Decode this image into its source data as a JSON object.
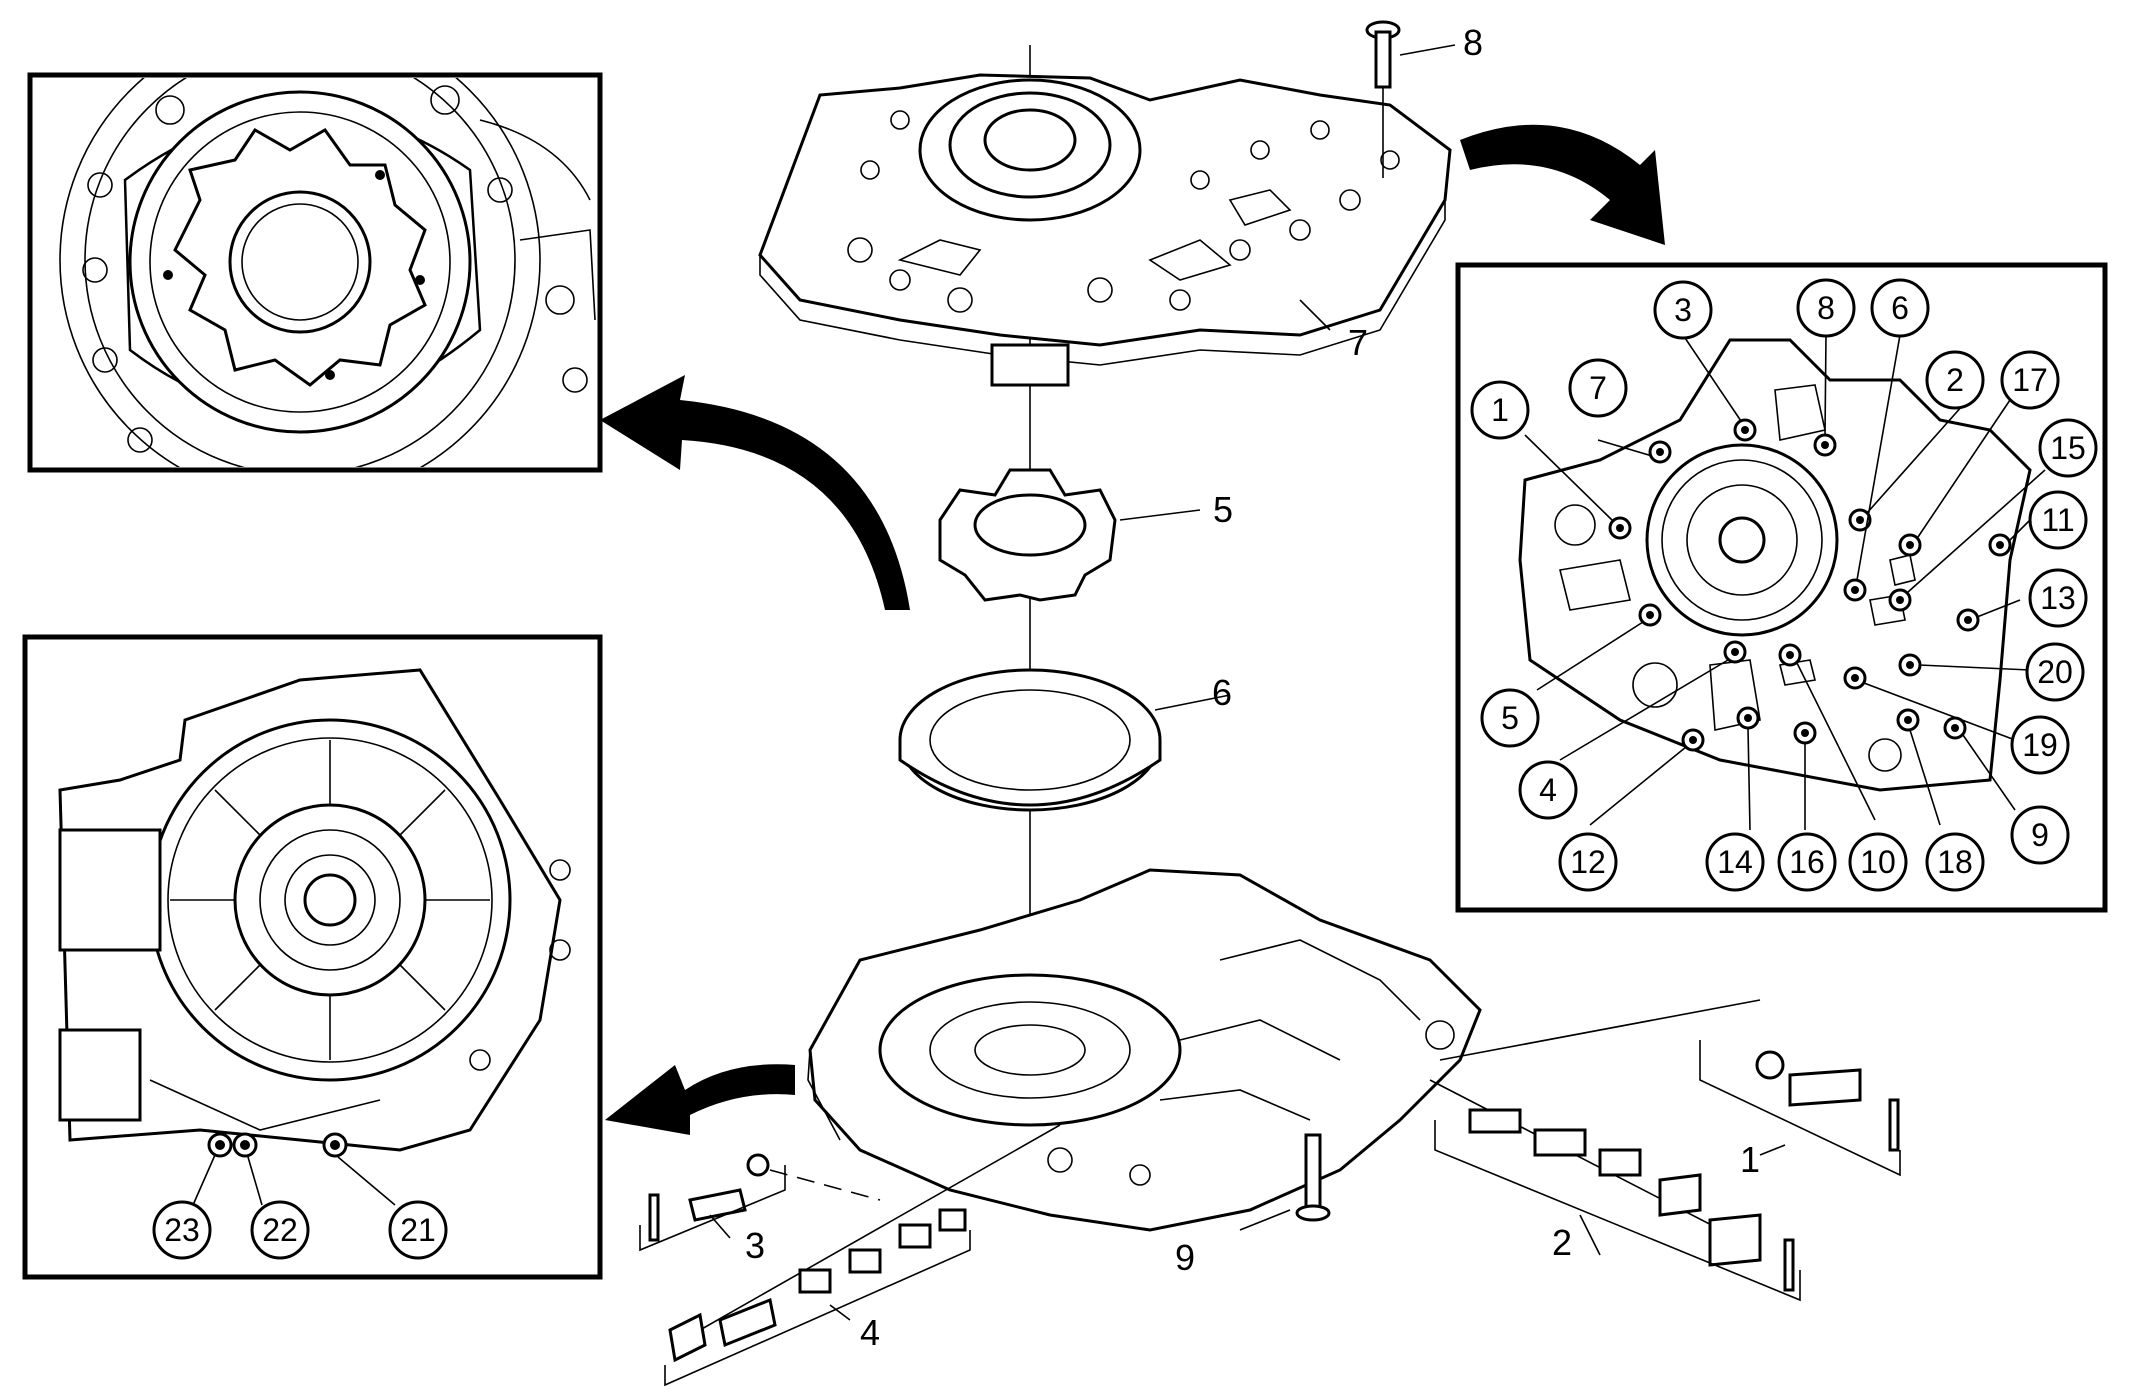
{
  "main_callouts": [
    "1",
    "2",
    "3",
    "4",
    "5",
    "6",
    "7",
    "8",
    "9"
  ],
  "bolt_sequence": [
    "1",
    "2",
    "3",
    "4",
    "5",
    "6",
    "7",
    "8",
    "9",
    "10",
    "11",
    "12",
    "13",
    "14",
    "15",
    "16",
    "17",
    "18",
    "19",
    "20"
  ],
  "lower_inset_bolts": [
    "21",
    "22",
    "23"
  ],
  "icons": [
    "arrow-icon",
    "bolt-icon"
  ],
  "colors": {
    "line": "#000000",
    "background": "#ffffff"
  }
}
